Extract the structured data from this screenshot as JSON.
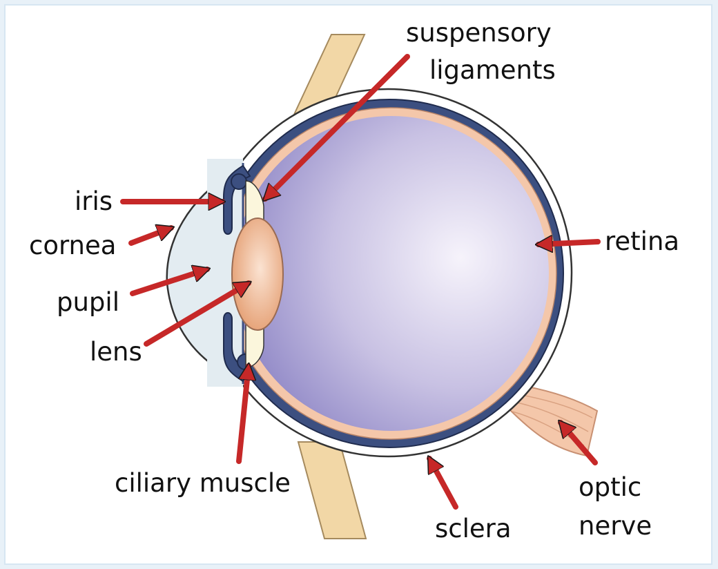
{
  "colors": {
    "background": "#e8f1f8",
    "panel": "#ffffff",
    "arrow": "#c62828",
    "vitreous_light": "#f6f3fb",
    "vitreous_dark": "#8f87c6",
    "choroid": "#3c4f80",
    "retina": "#f4c7aa",
    "lens": "#e9a57a",
    "cornea": "#e3ecf1",
    "muscle_band": "#f2d7a6"
  },
  "labels": {
    "suspensory_1": "suspensory",
    "suspensory_2": "ligaments",
    "iris": "iris",
    "cornea": "cornea",
    "pupil": "pupil",
    "lens": "lens",
    "retina": "retina",
    "ciliary_muscle": "ciliary muscle",
    "sclera": "sclera",
    "optic_1": "optic",
    "optic_2": "nerve"
  }
}
